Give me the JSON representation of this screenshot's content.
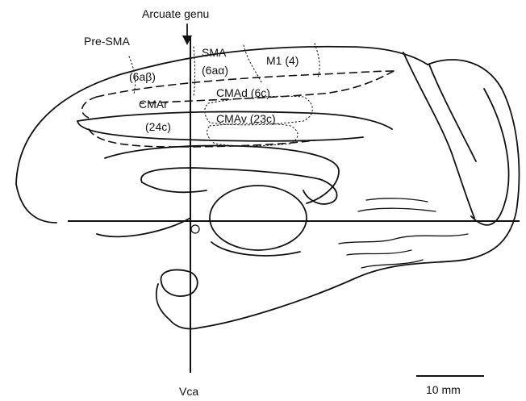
{
  "labels": {
    "arcuate_genu": "Arcuate genu",
    "pre_sma": "Pre-SMA",
    "pre_sma_area": "(6aβ)",
    "sma": "SMA",
    "sma_area": "(6aα)",
    "m1": "M1 (4)",
    "cmar": "CMAr",
    "cmar_area": "(24c)",
    "cmad": "CMAd (6c)",
    "cmav": "CMAv (23c)",
    "vca": "Vca",
    "scale_bar": "10 mm"
  },
  "colors": {
    "ink": "#111111",
    "background": "#ffffff"
  }
}
